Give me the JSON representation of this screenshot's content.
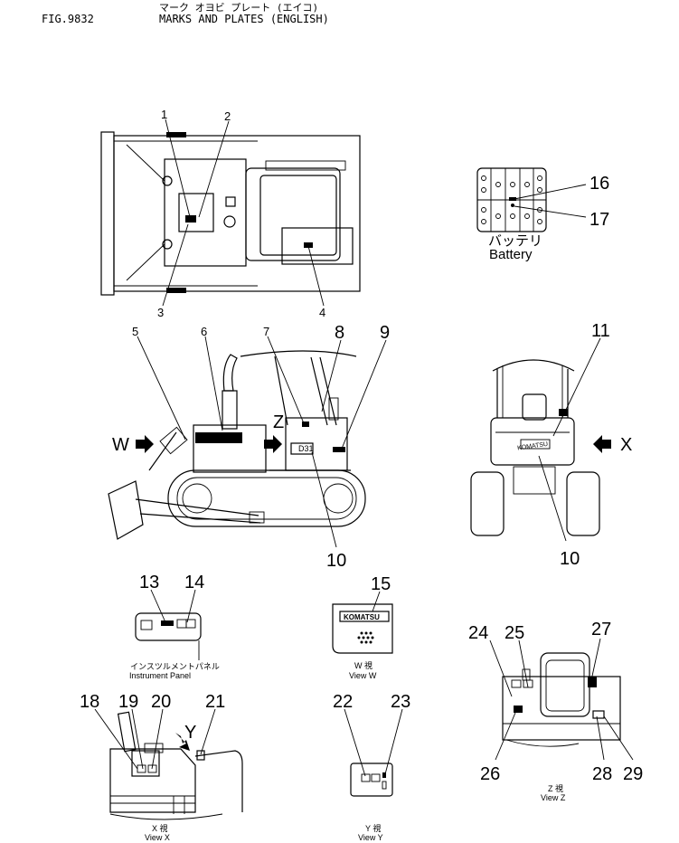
{
  "header": {
    "fig_number": "FIG.9832",
    "title_jp": "マーク オヨビ プレート (エイコ)",
    "title": "MARKS AND PLATES (ENGLISH)"
  },
  "callouts": [
    "1",
    "2",
    "3",
    "4",
    "5",
    "6",
    "7",
    "8",
    "9",
    "10",
    "10",
    "11",
    "13",
    "14",
    "15",
    "16",
    "17",
    "18",
    "19",
    "20",
    "21",
    "22",
    "23",
    "24",
    "25",
    "26",
    "27",
    "28",
    "29"
  ],
  "view_markers": {
    "w": "W",
    "x": "X",
    "y": "Y",
    "z": "Z"
  },
  "captions": {
    "battery_jp": "バッテリ",
    "battery_en": "Battery",
    "instrument_jp": "インスツルメントパネル",
    "instrument_en": "Instrument  Panel",
    "view_w_jp": "W  視",
    "view_w_en": "View W",
    "view_x_jp": "X  視",
    "view_x_en": "View X",
    "view_y_jp": "Y  視",
    "view_y_en": "View Y",
    "view_z_jp": "Z  視",
    "view_z_en": "View Z"
  },
  "plate_text": {
    "komatsu": "KOMATSU",
    "model": "D31"
  }
}
